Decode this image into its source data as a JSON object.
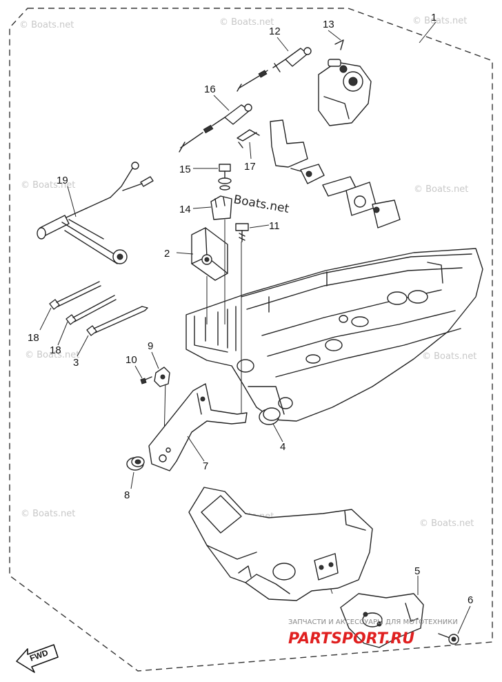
{
  "callouts": [
    "1",
    "2",
    "3",
    "4",
    "5",
    "6",
    "7",
    "8",
    "9",
    "10",
    "11",
    "12",
    "13",
    "14",
    "15",
    "16",
    "17",
    "18",
    "18",
    "19"
  ],
  "watermark_text": "© Boats.net",
  "overlay_watermark": "Boats.net",
  "fwd_label": "FWD",
  "footer_caption": "ЗАПЧАСТИ И АКСЕССУАРЫ ДЛЯ МОТОТЕХНИКИ",
  "footer_brand": "PARTSPORT.RU",
  "colors": {
    "ink": "#222222",
    "watermark": "#c8c8c8",
    "brand": "#e02020"
  }
}
